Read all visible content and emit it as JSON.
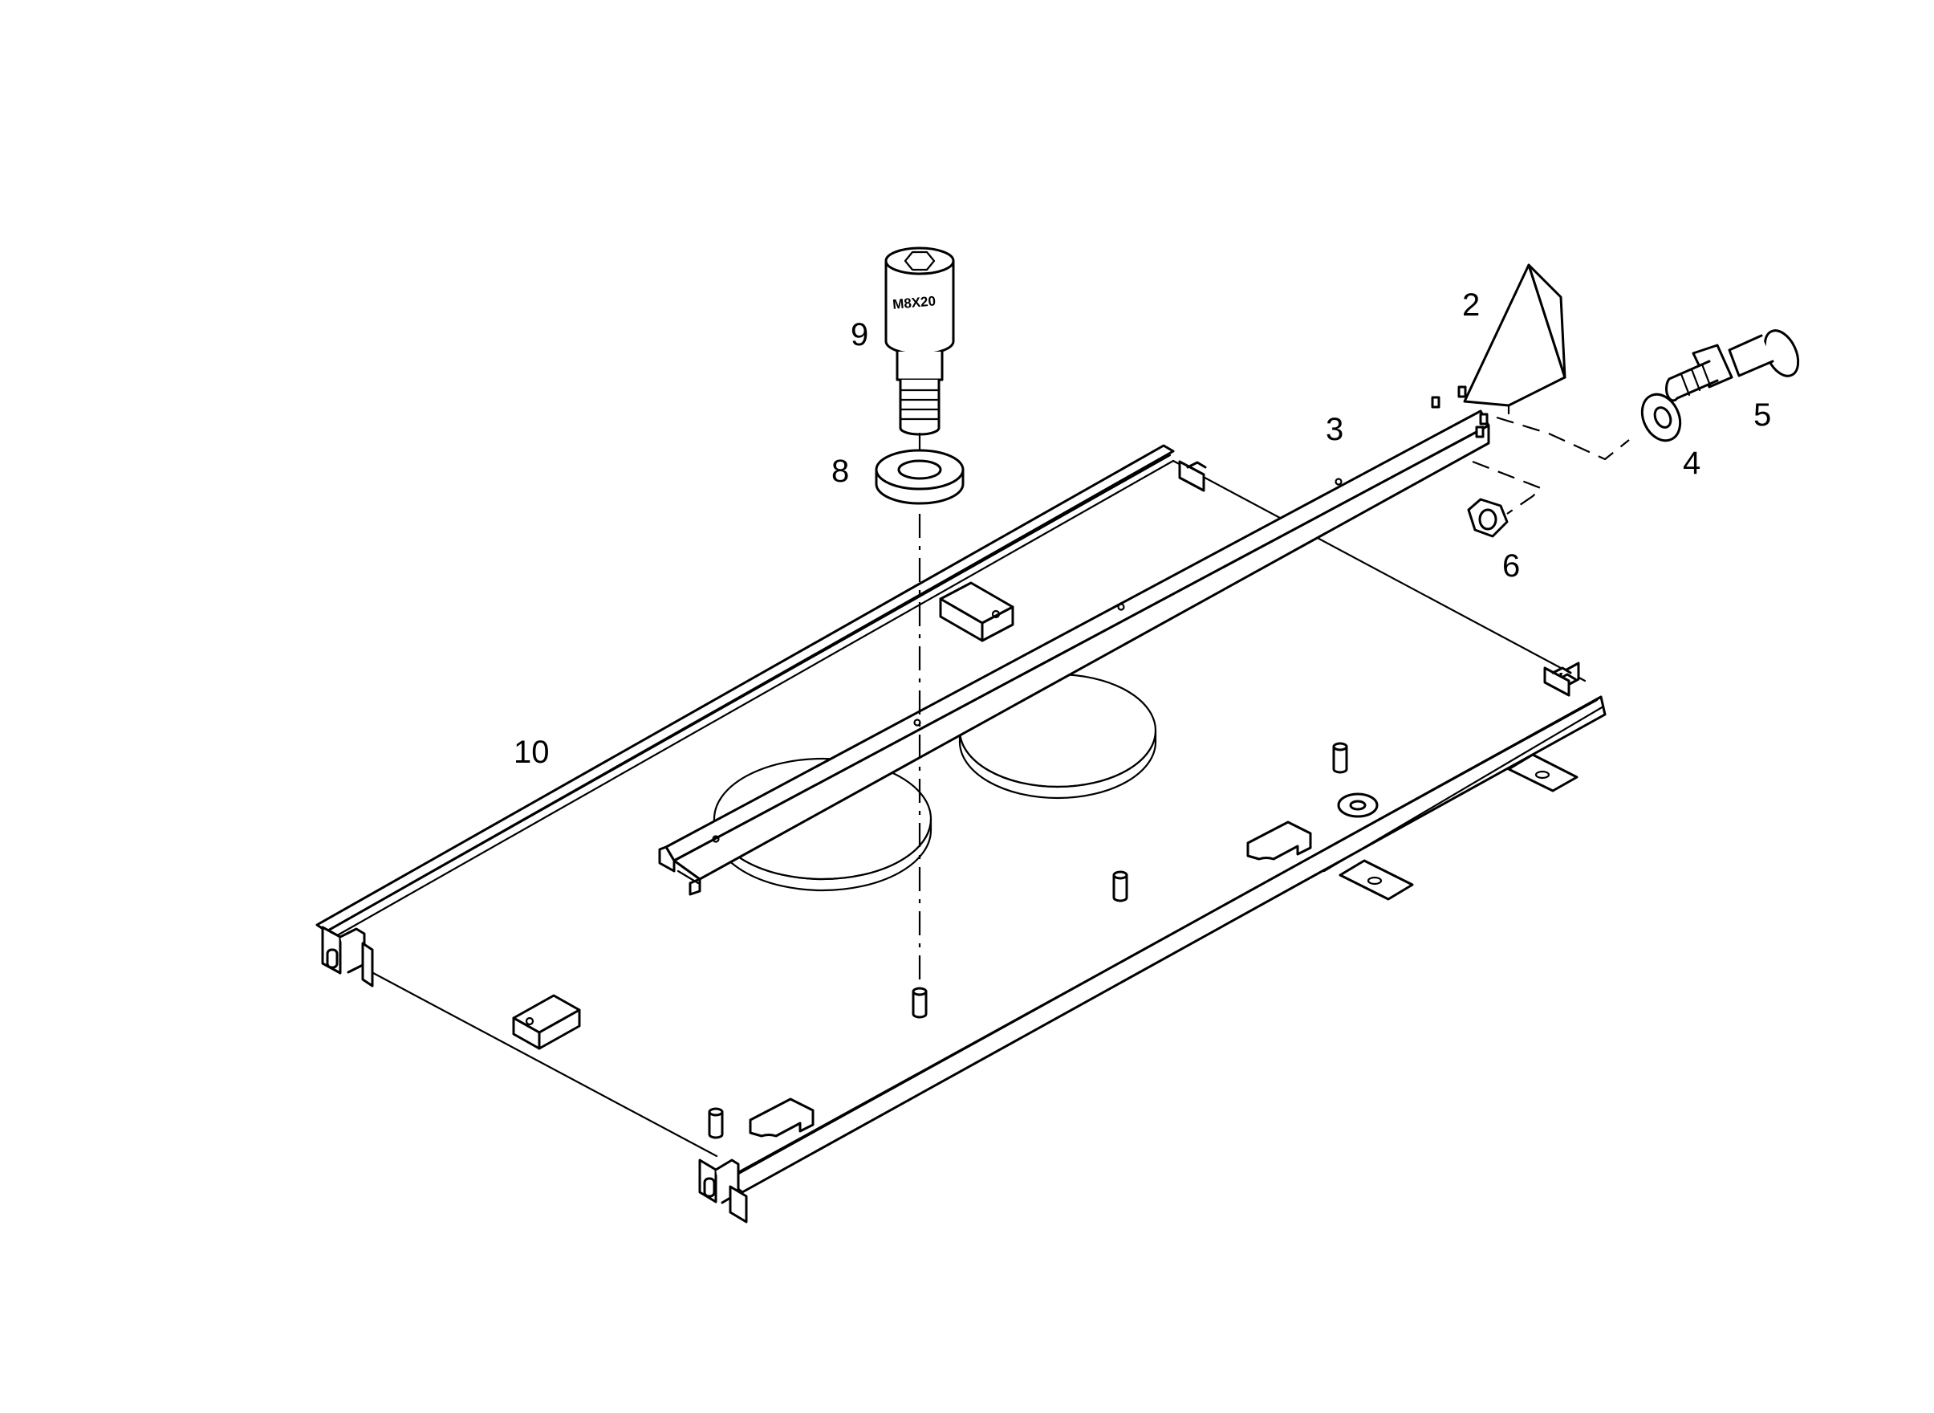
{
  "callouts": {
    "c2": "2",
    "c3": "3",
    "c4": "4",
    "c5": "5",
    "c6": "6",
    "c8": "8",
    "c9": "9",
    "c10": "10"
  },
  "bolt_stamp": "M8X20"
}
